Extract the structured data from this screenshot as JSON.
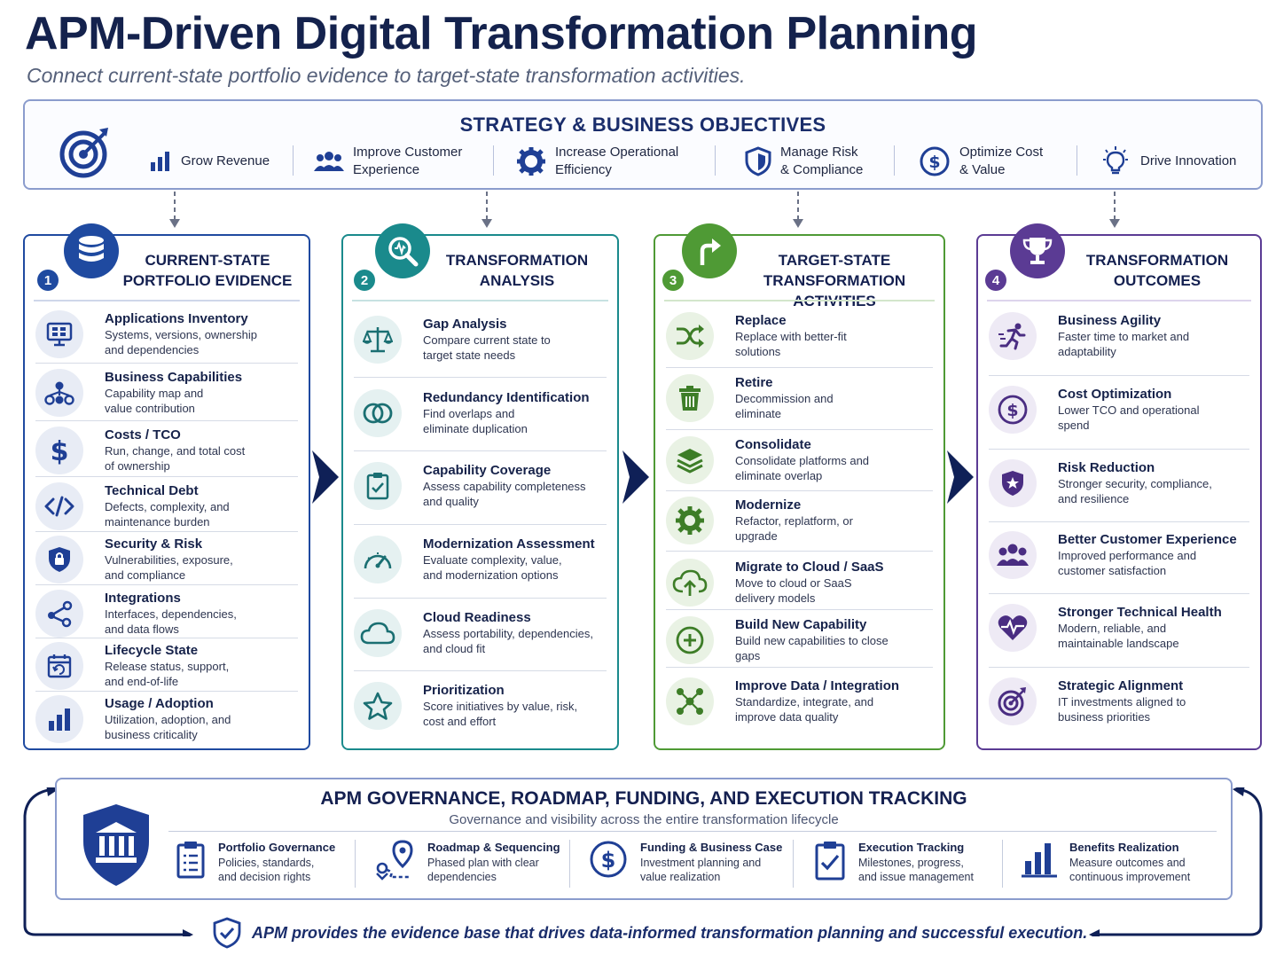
{
  "header": {
    "title": "APM-Driven Digital Transformation Planning",
    "subtitle": "Connect current-state portfolio evidence to target-state transformation activities."
  },
  "strategy": {
    "title": "STRATEGY & BUSINESS OBJECTIVES",
    "objectives": [
      {
        "label": "Grow Revenue",
        "icon": "bar-chart-icon"
      },
      {
        "label": "Improve Customer\nExperience",
        "icon": "people-icon"
      },
      {
        "label": "Increase Operational\nEfficiency",
        "icon": "gear-icon"
      },
      {
        "label": "Manage Risk\n& Compliance",
        "icon": "shield-icon"
      },
      {
        "label": "Optimize Cost\n& Value",
        "icon": "dollar-icon"
      },
      {
        "label": "Drive Innovation",
        "icon": "lightbulb-icon"
      }
    ]
  },
  "columns": [
    {
      "number": "1",
      "title": "CURRENT-STATE\nPORTFOLIO EVIDENCE",
      "color": "#1f4aa0",
      "items": [
        {
          "title": "Applications Inventory",
          "desc": "Systems, versions, ownership\nand dependencies",
          "icon": "monitor-grid-icon"
        },
        {
          "title": "Business Capabilities",
          "desc": "Capability map and\nvalue contribution",
          "icon": "hierarchy-icon"
        },
        {
          "title": "Costs / TCO",
          "desc": "Run, change, and total cost\nof ownership",
          "icon": "dollar-icon"
        },
        {
          "title": "Technical Debt",
          "desc": "Defects, complexity, and\nmaintenance burden",
          "icon": "code-icon"
        },
        {
          "title": "Security & Risk",
          "desc": "Vulnerabilities, exposure,\nand compliance",
          "icon": "shield-lock-icon"
        },
        {
          "title": "Integrations",
          "desc": "Interfaces, dependencies,\nand data flows",
          "icon": "network-icon"
        },
        {
          "title": "Lifecycle State",
          "desc": "Release status, support,\nand end-of-life",
          "icon": "calendar-cycle-icon"
        },
        {
          "title": "Usage / Adoption",
          "desc": "Utilization, adoption, and\nbusiness criticality",
          "icon": "bar-chart-icon"
        }
      ]
    },
    {
      "number": "2",
      "title": "TRANSFORMATION\nANALYSIS",
      "color": "#1a8a8c",
      "items": [
        {
          "title": "Gap Analysis",
          "desc": "Compare current state to\ntarget state needs",
          "icon": "scales-icon"
        },
        {
          "title": "Redundancy Identification",
          "desc": "Find overlaps and\neliminate duplication",
          "icon": "overlap-circles-icon"
        },
        {
          "title": "Capability Coverage",
          "desc": "Assess capability completeness\nand quality",
          "icon": "clipboard-check-icon"
        },
        {
          "title": "Modernization Assessment",
          "desc": "Evaluate complexity, value,\nand modernization options",
          "icon": "gauge-icon"
        },
        {
          "title": "Cloud Readiness",
          "desc": "Assess portability, dependencies,\nand cloud fit",
          "icon": "cloud-icon"
        },
        {
          "title": "Prioritization",
          "desc": "Score initiatives by value, risk,\ncost and effort",
          "icon": "star-icon"
        }
      ]
    },
    {
      "number": "3",
      "title": "TARGET-STATE\nTRANSFORMATION ACTIVITIES",
      "color": "#4f9a35",
      "items": [
        {
          "title": "Replace",
          "desc": "Replace with better-fit\nsolutions",
          "icon": "shuffle-icon"
        },
        {
          "title": "Retire",
          "desc": "Decommission and\neliminate",
          "icon": "trash-icon"
        },
        {
          "title": "Consolidate",
          "desc": "Consolidate platforms and\neliminate overlap",
          "icon": "layers-icon"
        },
        {
          "title": "Modernize",
          "desc": "Refactor, replatform, or\nupgrade",
          "icon": "gear-icon"
        },
        {
          "title": "Migrate to Cloud / SaaS",
          "desc": "Move to cloud or SaaS\ndelivery models",
          "icon": "cloud-upload-icon"
        },
        {
          "title": "Build New Capability",
          "desc": "Build new capabilities to close\ngaps",
          "icon": "plus-circle-icon"
        },
        {
          "title": "Improve Data / Integration",
          "desc": "Standardize, integrate, and\nimprove data quality",
          "icon": "network-icon"
        }
      ]
    },
    {
      "number": "4",
      "title": "TRANSFORMATION\nOUTCOMES",
      "color": "#5b3b94",
      "items": [
        {
          "title": "Business Agility",
          "desc": "Faster time to market and\nadaptability",
          "icon": "runner-icon"
        },
        {
          "title": "Cost Optimization",
          "desc": "Lower TCO and operational\nspend",
          "icon": "dollar-icon"
        },
        {
          "title": "Risk Reduction",
          "desc": "Stronger security, compliance,\nand resilience",
          "icon": "shield-star-icon"
        },
        {
          "title": "Better Customer Experience",
          "desc": "Improved performance and\ncustomer satisfaction",
          "icon": "people-icon"
        },
        {
          "title": "Stronger Technical Health",
          "desc": "Modern, reliable, and\nmaintainable landscape",
          "icon": "heartbeat-icon"
        },
        {
          "title": "Strategic Alignment",
          "desc": "IT investments aligned to\nbusiness priorities",
          "icon": "target-icon"
        }
      ]
    }
  ],
  "governance": {
    "title": "APM GOVERNANCE, ROADMAP, FUNDING, AND EXECUTION TRACKING",
    "subtitle": "Governance and visibility across the entire transformation lifecycle",
    "items": [
      {
        "title": "Portfolio Governance",
        "desc": "Policies, standards,\nand decision rights",
        "icon": "clipboard-list-icon"
      },
      {
        "title": "Roadmap & Sequencing",
        "desc": "Phased plan with clear\ndependencies",
        "icon": "map-route-icon"
      },
      {
        "title": "Funding & Business Case",
        "desc": "Investment planning and\nvalue realization",
        "icon": "dollar-icon"
      },
      {
        "title": "Execution Tracking",
        "desc": "Milestones, progress,\nand issue management",
        "icon": "clipboard-check-icon"
      },
      {
        "title": "Benefits Realization",
        "desc": "Measure outcomes and\ncontinuous improvement",
        "icon": "bar-chart-icon"
      }
    ]
  },
  "footer": {
    "text": "APM provides the evidence base that drives data-informed transformation planning and successful execution."
  }
}
